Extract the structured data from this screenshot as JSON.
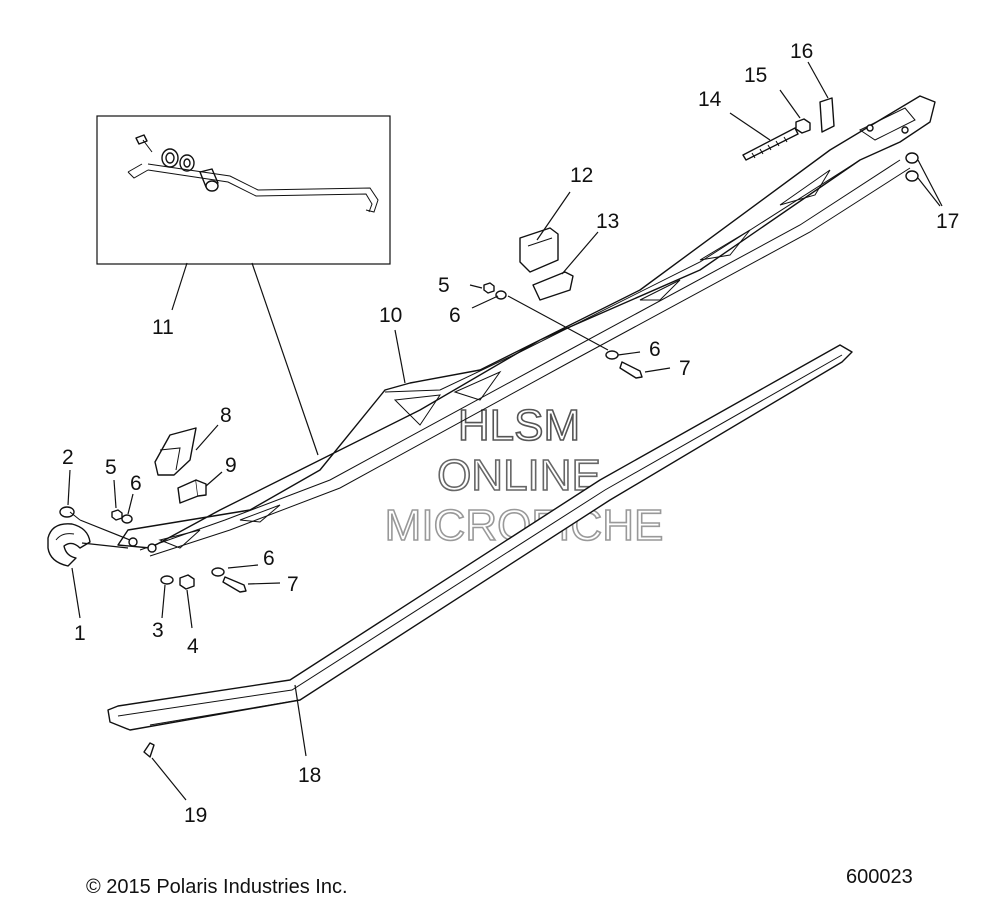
{
  "callouts": {
    "c1": "1",
    "c2": "2",
    "c3": "3",
    "c4": "4",
    "c5a": "5",
    "c5b": "5",
    "c6a": "6",
    "c6b": "6",
    "c6c": "6",
    "c6d": "6",
    "c7a": "7",
    "c7b": "7",
    "c8": "8",
    "c9": "9",
    "c10": "10",
    "c11": "11",
    "c12": "12",
    "c13": "13",
    "c14": "14",
    "c15": "15",
    "c16": "16",
    "c17": "17",
    "c18": "18",
    "c19": "19"
  },
  "watermark": {
    "line1": "HLSM",
    "line2": "ONLINE",
    "line3": "MICROFICHE"
  },
  "footer": {
    "copyright": "© 2015 Polaris Industries Inc.",
    "drawing_number": "600023"
  },
  "colors": {
    "ink": "#111111",
    "watermark_stroke": "#777777",
    "background": "#ffffff"
  }
}
